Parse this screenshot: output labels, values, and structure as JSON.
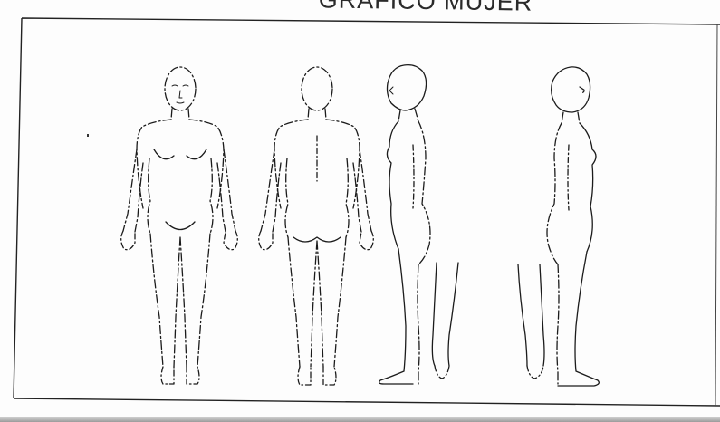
{
  "document": {
    "title": "GRÁFICO MUJER"
  },
  "figures": [
    {
      "view": "front"
    },
    {
      "view": "back"
    },
    {
      "view": "left-side"
    },
    {
      "view": "right-side"
    }
  ],
  "colors": {
    "ink": "#1b1b1b",
    "paper": "#fdfdfd"
  }
}
